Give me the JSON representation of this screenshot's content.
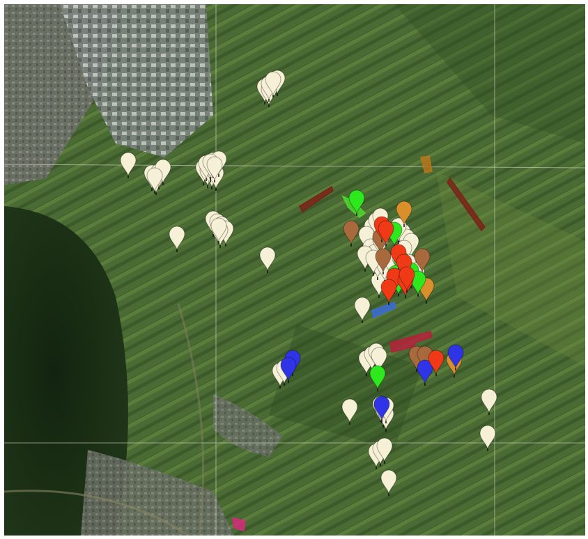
{
  "map": {
    "type": "satellite-map",
    "grid_lines": true,
    "marker_colors": {
      "cream": "#f6f1d6",
      "red": "#f03a17",
      "green": "#2ee81e",
      "brown": "#a86a3c",
      "orange": "#d9902c",
      "blue": "#2f35e6"
    },
    "overlay_colors": {
      "green-plot": "#4fd62e",
      "crimson-plot": "#b3213a",
      "dark-red-plot": "#7a2418",
      "orange-plot": "#b5761c",
      "blue-plot": "#3a6bd6",
      "magenta-plot": "#d42a7b"
    },
    "marker_counts": {
      "cream": 73,
      "red": 9,
      "green": 8,
      "brown": 6,
      "orange": 3,
      "blue": 5
    }
  }
}
